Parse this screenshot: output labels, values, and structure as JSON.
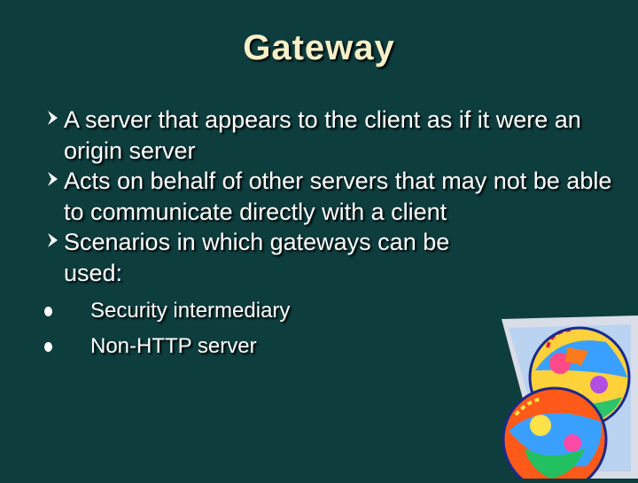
{
  "slide": {
    "title": "Gateway",
    "bullets": [
      {
        "text": "A server that appears to the client as if it were an origin server"
      },
      {
        "text": "Acts on behalf of other servers that may not be able to communicate directly with a client"
      },
      {
        "text": "Scenarios in which gateways can be used:"
      }
    ],
    "sub_bullets": [
      {
        "text": "Security intermediary"
      },
      {
        "text": "Non-HTTP server"
      }
    ]
  },
  "colors": {
    "background": "#0e3d3e",
    "title": "#f5f0c8",
    "text": "#ffffff"
  },
  "icons": {
    "bullet": "arrow-bullet-icon",
    "sub_bullet": "dot-bullet-icon",
    "decoration": "globe-clipart-icon"
  }
}
